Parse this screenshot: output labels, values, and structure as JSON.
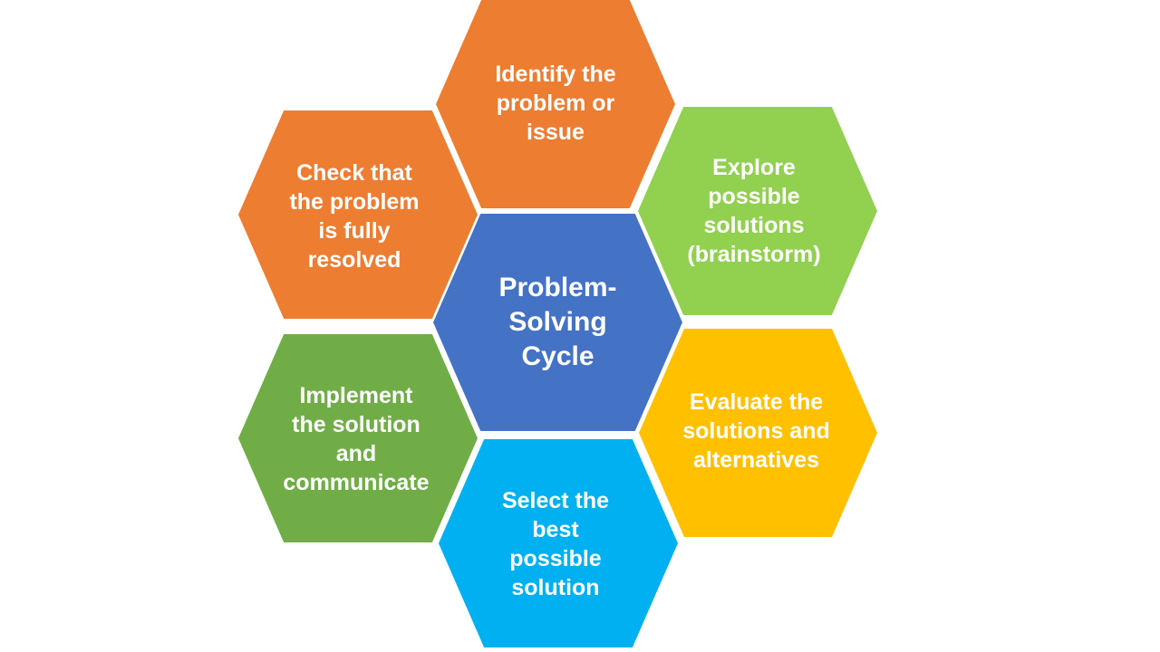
{
  "diagram": {
    "center": {
      "label": "Problem-\nSolving\nCycle",
      "color": "#4472C4"
    },
    "steps": [
      {
        "id": "identify",
        "label": "Identify the\nproblem or\nissue",
        "color": "#ED7D31"
      },
      {
        "id": "explore",
        "label": "Explore\npossible\nsolutions\n(brainstorm)",
        "color": "#92D050"
      },
      {
        "id": "evaluate",
        "label": "Evaluate the\nsolutions and\nalternatives",
        "color": "#FFC000"
      },
      {
        "id": "select",
        "label": "Select the\nbest\npossible\nsolution",
        "color": "#00B0F0"
      },
      {
        "id": "implement",
        "label": "Implement\nthe solution\nand\ncommunicate",
        "color": "#70AD47"
      },
      {
        "id": "check",
        "label": "Check that\nthe problem\nis fully\nresolved",
        "color": "#ED7D31"
      }
    ]
  }
}
